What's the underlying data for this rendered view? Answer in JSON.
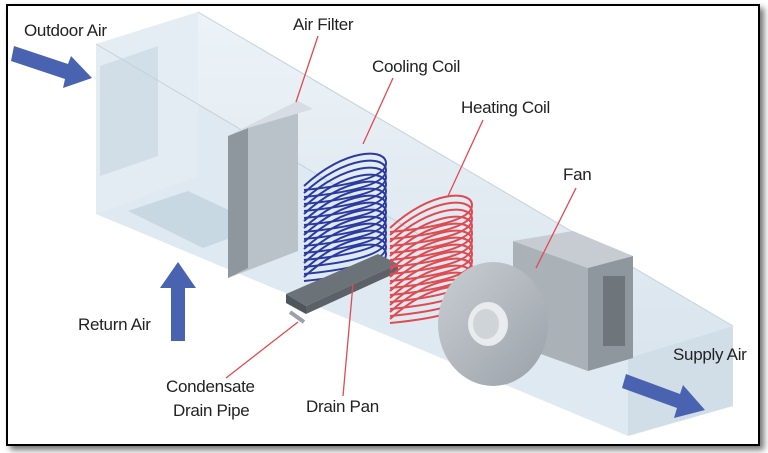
{
  "labels": {
    "outdoor_air": "Outdoor Air",
    "air_filter": "Air Filter",
    "cooling_coil": "Cooling Coil",
    "heating_coil": "Heating Coil",
    "fan": "Fan",
    "return_air": "Return Air",
    "condensate_line1": "Condensate",
    "condensate_line2": "Drain Pipe",
    "drain_pan": "Drain Pan",
    "supply_air": "Supply Air"
  },
  "colors": {
    "arrow": "#4a63b0",
    "cooling_coil": "#2b3aa0",
    "heating_coil": "#e04a50",
    "leader_line": "#e04a50",
    "duct": "#d7e4ee"
  }
}
